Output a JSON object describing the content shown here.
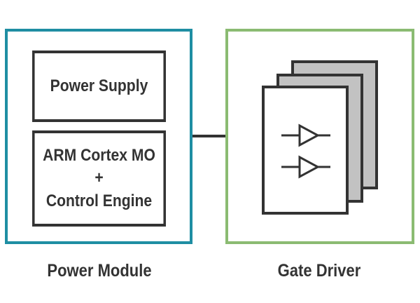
{
  "power_module": {
    "caption": "Power Module",
    "power_supply_label": "Power Supply",
    "arm_line1": "ARM Cortex MO",
    "arm_line2": "+",
    "arm_line3": "Control Engine"
  },
  "gate_driver": {
    "caption": "Gate Driver"
  },
  "colors": {
    "power_module_border": "#1f8ea3",
    "gate_driver_border": "#8bbb72",
    "line": "#333333",
    "card_shadow": "#c2c2c2"
  }
}
